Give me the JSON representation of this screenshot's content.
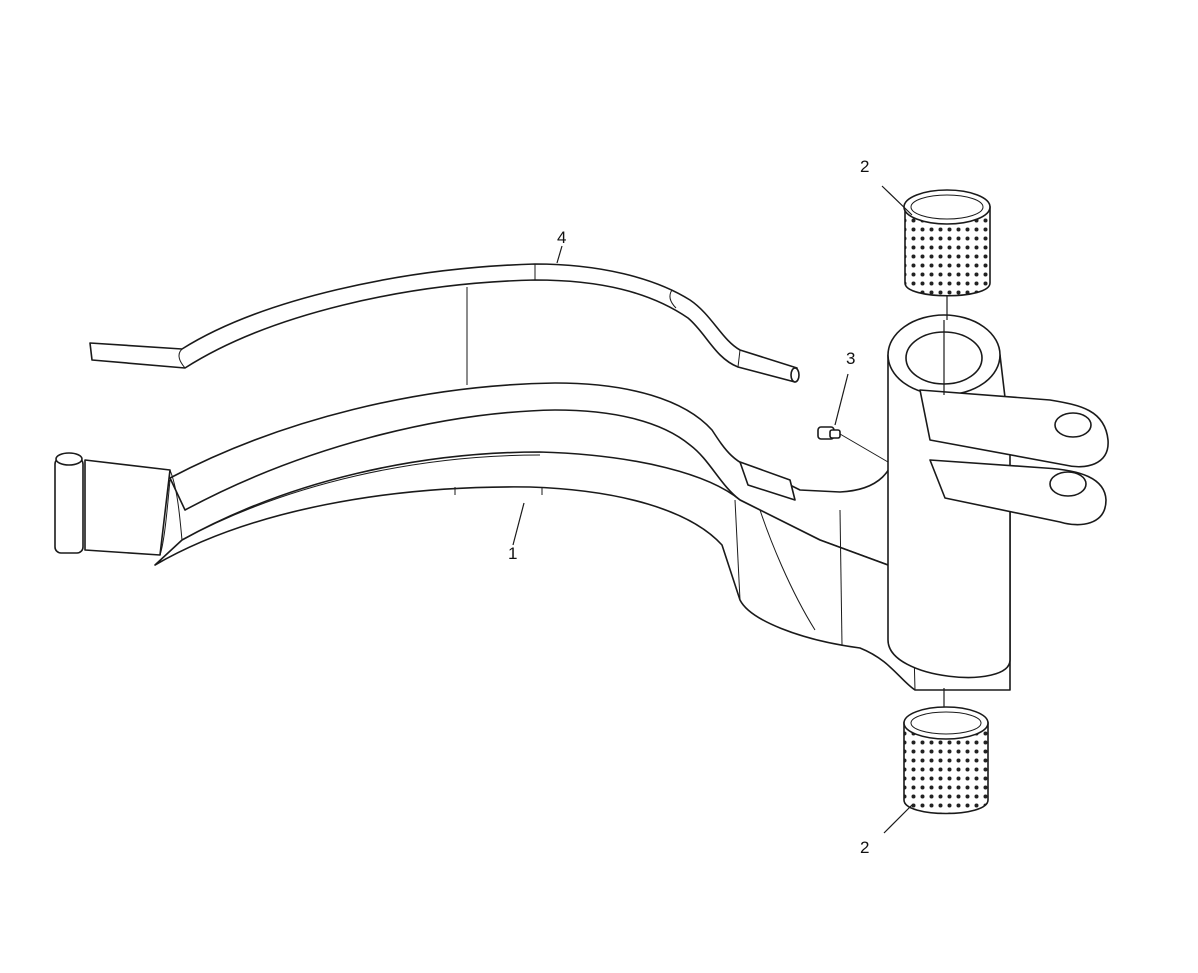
{
  "callouts": {
    "part_1": "1",
    "part_2_top": "2",
    "part_2_bottom": "2",
    "part_3": "3",
    "part_4": "4"
  }
}
